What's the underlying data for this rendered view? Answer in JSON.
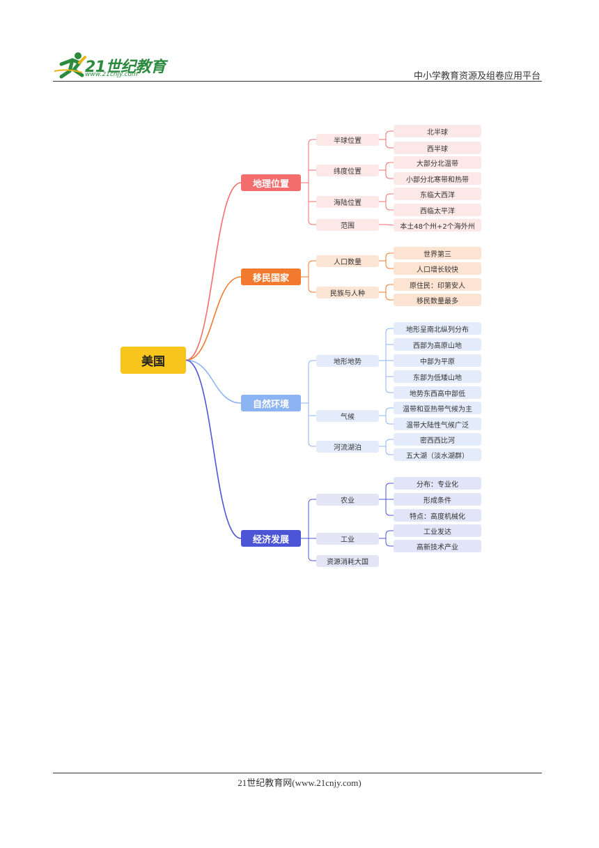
{
  "header": {
    "logo_text": "21世纪教育",
    "logo_url": "www.21cnjy.com",
    "platform": "中小学教育资源及组卷应用平台"
  },
  "footer": {
    "text": "21世纪教育网(www.21cnjy.com)"
  },
  "colors": {
    "root": "#f7c51c",
    "branch1": "#f46d6d",
    "branch2": "#f27a2e",
    "branch3": "#8db4f2",
    "branch4": "#4b55d6"
  },
  "mindmap": {
    "root": "美国",
    "branches": [
      {
        "label": "地理位置",
        "children": [
          {
            "label": "半球位置",
            "children": [
              "北半球",
              "西半球"
            ]
          },
          {
            "label": "纬度位置",
            "children": [
              "大部分北温带",
              "小部分北寒带和热带"
            ]
          },
          {
            "label": "海陆位置",
            "children": [
              "东临大西洋",
              "西临太平洋"
            ]
          },
          {
            "label": "范围",
            "children": [
              "本土48个州+2个海外州"
            ]
          }
        ]
      },
      {
        "label": "移民国家",
        "children": [
          {
            "label": "人口数量",
            "children": [
              "世界第三",
              "人口增长较快"
            ]
          },
          {
            "label": "民族与人种",
            "children": [
              "原住民：印第安人",
              "移民数量最多"
            ]
          }
        ]
      },
      {
        "label": "自然环境",
        "children": [
          {
            "label": "地形地势",
            "children": [
              "地形呈南北纵列分布",
              "西部为高原山地",
              "中部为平原",
              "东部为低矮山地",
              "地势东西高中部低"
            ]
          },
          {
            "label": "气候",
            "children": [
              "温带和亚热带气候为主",
              "温带大陆性气候广泛"
            ]
          },
          {
            "label": "河流湖泊",
            "children": [
              "密西西比河",
              "五大湖（淡水湖群）"
            ]
          }
        ]
      },
      {
        "label": "经济发展",
        "children": [
          {
            "label": "农业",
            "children": [
              "分布：专业化",
              "形成条件",
              "特点：高度机械化"
            ]
          },
          {
            "label": "工业",
            "children": [
              "工业发达",
              "高新技术产业"
            ]
          },
          {
            "label": "资源消耗大国",
            "children": []
          }
        ]
      }
    ]
  }
}
